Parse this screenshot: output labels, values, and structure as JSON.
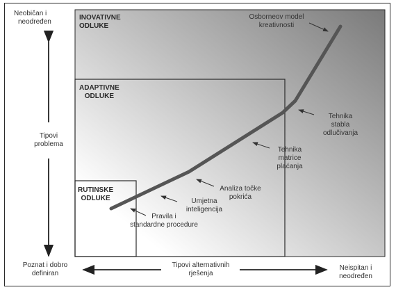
{
  "y_axis": {
    "top": [
      "Neobičan i",
      "neodređen"
    ],
    "label": [
      "Tipovi",
      "problema"
    ],
    "bottom": [
      "Poznat i dobro",
      "definiran"
    ]
  },
  "x_axis": {
    "label": [
      "Tipovi alternativnih",
      "rješenja"
    ],
    "right": [
      "Neispitan i",
      "neodređen"
    ]
  },
  "boxes": {
    "innovative": [
      "INOVATIVNE",
      "ODLUKE"
    ],
    "adaptive": [
      "ADAPTIVNE",
      "ODLUKE"
    ],
    "routine": [
      "RUTINSKE",
      "ODLUKE"
    ]
  },
  "annotations": {
    "osborne": [
      "Osborneov model",
      "kreativnosti"
    ],
    "tree": [
      "Tehnika",
      "stabla",
      "odlučivanja"
    ],
    "matrix": [
      "Tehnika",
      "matrice",
      "plaćanja"
    ],
    "point": [
      "Analiza točke",
      "pokrića"
    ],
    "ai": [
      "Umjetna",
      "inteligencija"
    ],
    "rules": [
      "Pravila i",
      "standardne procedure"
    ]
  },
  "colors": {
    "gradient_light": "#ffffff",
    "gradient_dark": "#7a7a7a",
    "curve": "#555555",
    "line": "#2a2a2a"
  }
}
